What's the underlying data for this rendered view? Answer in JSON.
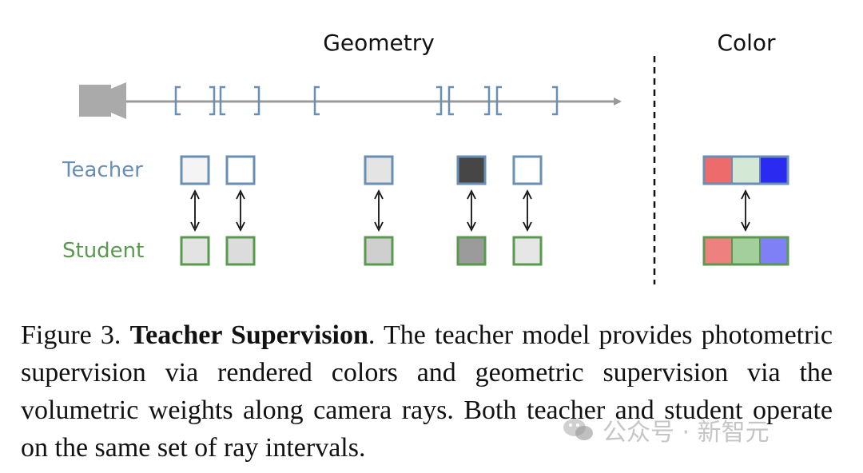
{
  "diagram": {
    "geometry_title": "Geometry",
    "color_title": "Color",
    "teacher_label": "Teacher",
    "student_label": "Student",
    "colors": {
      "teacher": "#6a8fb4",
      "student": "#5a9a4e",
      "ray": "#999999",
      "camera": "#aaaaaa"
    },
    "intervals": [
      "[ ]",
      "[ ]",
      "[ ]",
      "[ ]",
      "[ ]",
      "[ ]"
    ],
    "geometry_boxes": [
      {
        "teacher_fill": "#f4f4f4",
        "student_fill": "#e3e3e3"
      },
      {
        "teacher_fill": "#ffffff",
        "student_fill": "#dcdcdc"
      },
      {
        "teacher_fill": "#e4e4e4",
        "student_fill": "#cfcfcf"
      },
      {
        "teacher_fill": "#464646",
        "student_fill": "#9b9b9b"
      },
      {
        "teacher_fill": "#ffffff",
        "student_fill": "#e6e6e6"
      }
    ],
    "color_segments": {
      "teacher": [
        "#ee6b6b",
        "#d3e9d6",
        "#2a2af0"
      ],
      "student": [
        "#ee8080",
        "#a3cf9c",
        "#8080f6"
      ]
    }
  },
  "caption": {
    "prefix": "Figure 3. ",
    "bold": "Teacher Supervision",
    "text": ". The teacher model provides photometric supervision via rendered colors and geometric supervision via the volumetric weights along camera rays. Both teacher and student operate on the same set of ray intervals."
  },
  "watermark": {
    "text": "公众号 · 新智元",
    "icon": "wechat-icon"
  }
}
